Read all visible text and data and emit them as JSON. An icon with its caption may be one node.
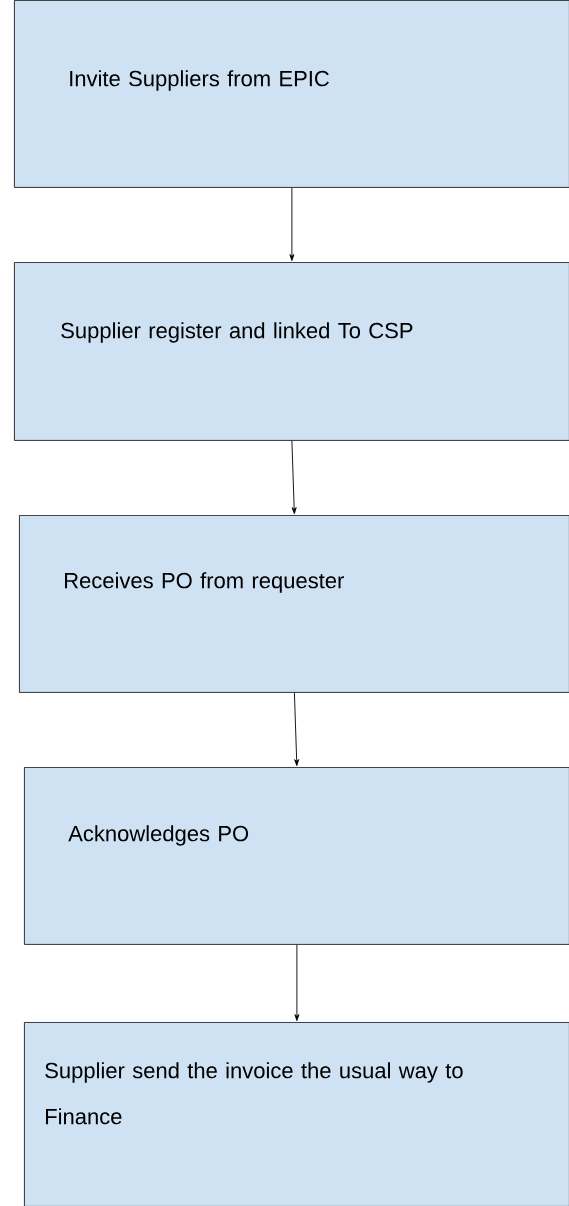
{
  "diagram": {
    "nodes": [
      {
        "text": [
          "Invite Suppliers from EPIC"
        ]
      },
      {
        "text": [
          "Supplier register and linked To CSP"
        ]
      },
      {
        "text": [
          "Receives PO from requester"
        ]
      },
      {
        "text": [
          "Acknowledges PO"
        ]
      },
      {
        "text": [
          "Supplier send the invoice the usual way to Finance"
        ]
      }
    ],
    "edges": [
      {
        "from": 0,
        "to": 1,
        "arrow": "to"
      },
      {
        "from": 1,
        "to": 2,
        "arrow": "to"
      },
      {
        "from": 2,
        "to": 3,
        "arrow": "to"
      },
      {
        "from": 3,
        "to": 4,
        "arrow": "to"
      }
    ]
  }
}
